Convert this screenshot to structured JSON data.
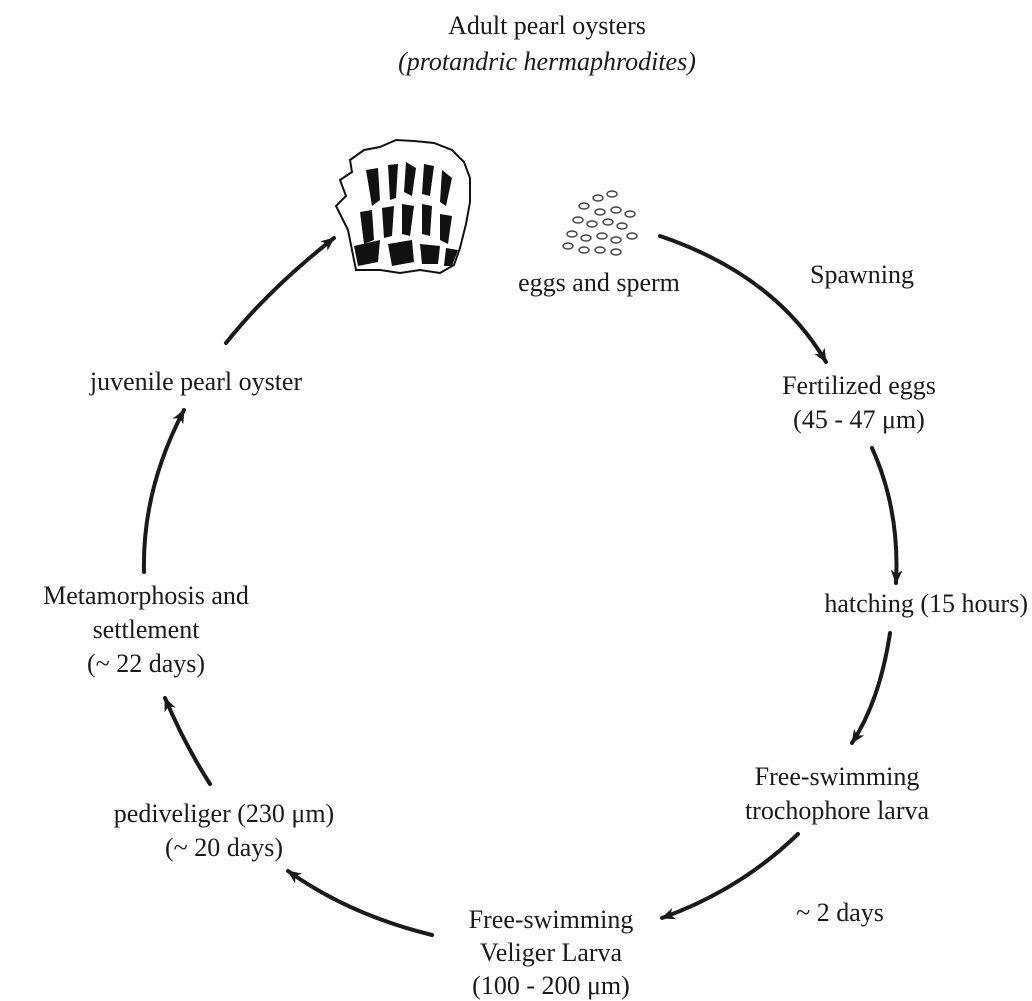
{
  "title": {
    "main": "Adult pearl oysters",
    "sub": "(protandric hermaphrodites)"
  },
  "stages": {
    "eggs": "eggs and sperm",
    "spawning": "Spawning",
    "fertilized": [
      "Fertilized eggs",
      "(45 - 47 μm)"
    ],
    "hatching": "hatching (15 hours)",
    "trochophore": [
      "Free-swimming",
      "trochophore larva"
    ],
    "two_days": "~ 2 days",
    "veliger": [
      "Free-swimming",
      "Veliger Larva",
      "(100 - 200 μm)"
    ],
    "pediveliger": [
      "pediveliger (230 μm)",
      "(~ 20 days)"
    ],
    "metamorphosis": [
      "Metamorphosis and",
      "settlement",
      "(~ 22 days)"
    ],
    "juvenile": "juvenile pearl oyster"
  },
  "icons": {
    "adult": "adult-pearl-oyster-icon",
    "gametes": "eggs-and-sperm-icon"
  },
  "colors": {
    "ink": "#1a1a1a",
    "background": "#ffffff"
  }
}
